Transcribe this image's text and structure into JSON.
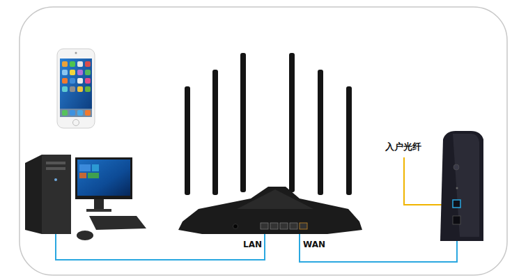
{
  "diagram": {
    "labels": [
      "入户光纤",
      "LAN",
      "WAN"
    ]
  }
}
